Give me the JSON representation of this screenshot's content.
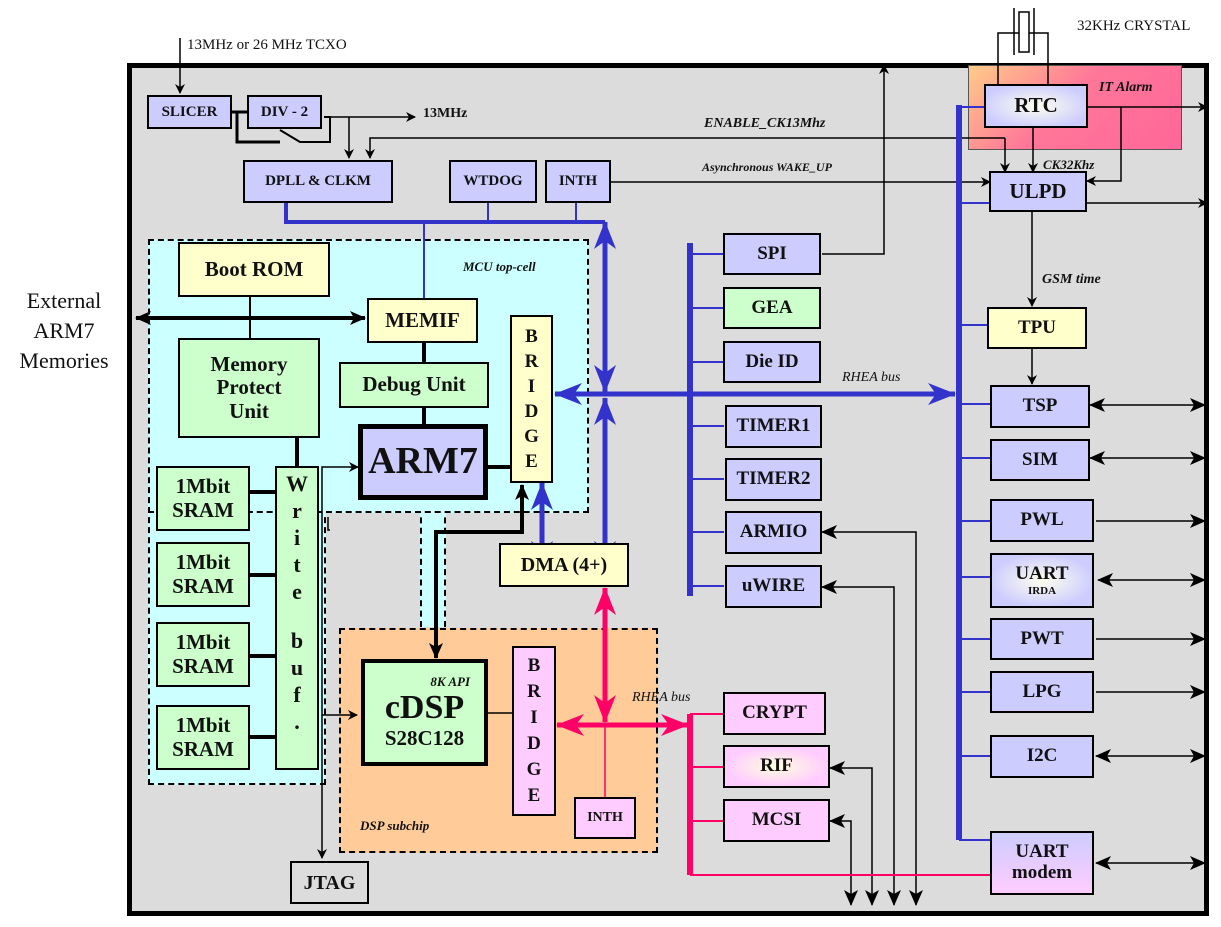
{
  "external": {
    "tcxo_label": "13MHz or 26 MHz TCXO",
    "crystal_label": "32KHz CRYSTAL",
    "ext_mem_line1": "External",
    "ext_mem_line2": "ARM7",
    "ext_mem_line3": "Memories"
  },
  "clock": {
    "slicer": "SLICER",
    "div2": "DIV - 2",
    "out_13mhz": "13MHz",
    "dpll": "DPLL & CLKM",
    "wtdog": "WTDOG",
    "inth": "INTH"
  },
  "signals": {
    "enable_ck13": "ENABLE_CK13Mhz",
    "async_wakeup": "Asynchronous WAKE_UP",
    "ck32": "CK32Khz",
    "it_alarm": "IT Alarm",
    "gsm_time": "GSM time",
    "rhea_bus_top": "RHEA  bus",
    "rhea_bus_dsp": "RHEA  bus"
  },
  "mcu": {
    "region_label": "MCU top-cell",
    "boot_rom": "Boot ROM",
    "memif": "MEMIF",
    "mpu_line1": "Memory",
    "mpu_line2": "Protect",
    "mpu_line3": "Unit",
    "debug_unit": "Debug Unit",
    "arm7": "ARM7",
    "bridge_letters": [
      "B",
      "R",
      "I",
      "D",
      "G",
      "E"
    ],
    "sram_blocks": [
      {
        "line1": "1Mbit",
        "line2": "SRAM"
      },
      {
        "line1": "1Mbit",
        "line2": "SRAM"
      },
      {
        "line1": "1Mbit",
        "line2": "SRAM"
      },
      {
        "line1": "1Mbit",
        "line2": "SRAM"
      }
    ],
    "write_buf_letters": [
      "W",
      "r",
      "i",
      "t",
      "e",
      "",
      "b",
      "u",
      "f",
      "."
    ]
  },
  "dma": "DMA (4+)",
  "jtag": "JTAG",
  "dsp": {
    "region_label": "DSP subchip",
    "api": "8K API",
    "cdsp": "cDSP",
    "model": "S28C128",
    "bridge_letters": [
      "B",
      "R",
      "I",
      "D",
      "G",
      "E"
    ],
    "inth": "INTH"
  },
  "rhea_mcu_peripherals": [
    "SPI",
    "GEA",
    "Die ID",
    "TIMER1",
    "TIMER2",
    "ARMIO",
    "uWIRE"
  ],
  "rhea_dsp_peripherals": [
    "CRYPT",
    "RIF",
    "MCSI"
  ],
  "right_column": {
    "rtc": "RTC",
    "ulpd": "ULPD",
    "tpu": "TPU",
    "tsp": "TSP",
    "sim": "SIM",
    "pwl": "PWL",
    "uart_irda_line1": "UART",
    "uart_irda_line2": "IRDA",
    "pwt": "PWT",
    "lpg": "LPG",
    "i2c": "I2C",
    "uart_modem_line1": "UART",
    "uart_modem_line2": "modem"
  },
  "colors": {
    "bus_blue": "#3333cc",
    "bus_pink": "#ff0066",
    "chip_bg": "#dcdcdc",
    "mcu_bg": "#ccffff",
    "dsp_bg": "#ffcc99",
    "block_blue": "#ccccff",
    "block_yellow": "#ffffcc",
    "block_green": "#ccffcc",
    "block_pink": "#ffccff"
  }
}
